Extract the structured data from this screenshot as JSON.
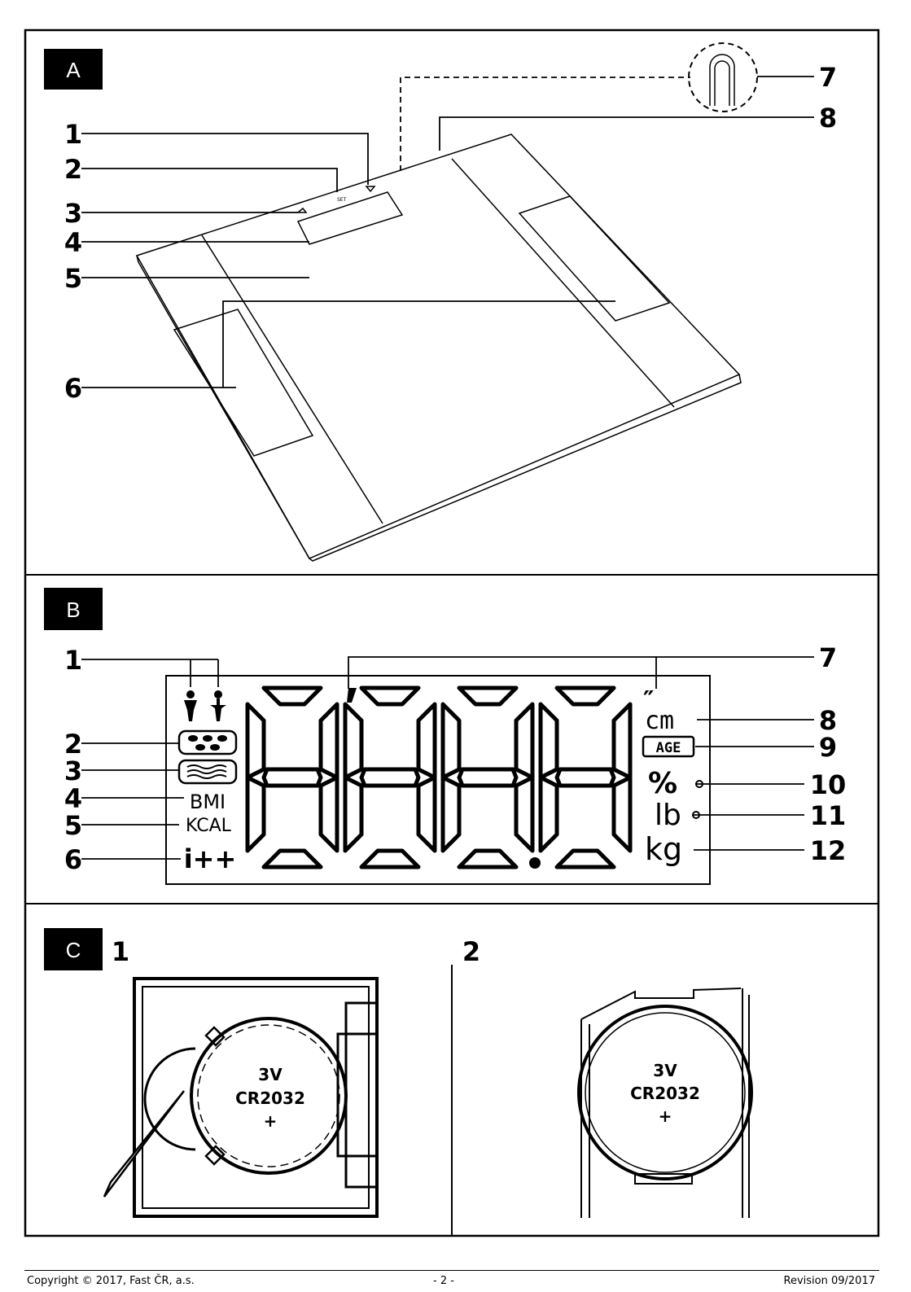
{
  "sections": {
    "a": {
      "tag": "A",
      "callouts": [
        "1",
        "2",
        "3",
        "4",
        "5",
        "6",
        "7",
        "8"
      ],
      "set_label": "SET"
    },
    "b": {
      "tag": "B",
      "callouts_left": [
        "1",
        "2",
        "3",
        "4",
        "5",
        "6"
      ],
      "callouts_right": [
        "7",
        "8",
        "9",
        "10",
        "11",
        "12"
      ],
      "display_digits": "8888",
      "unit_feet_inch": "″",
      "unit_cm": "cm",
      "unit_age": "AGE",
      "unit_percent": "%",
      "unit_lb": "lb",
      "unit_kg": "kg",
      "label_bmi": "BMI",
      "label_kcal": "KCAL",
      "label_plus": "i++"
    },
    "c": {
      "tag": "C",
      "sub1": "1",
      "sub2": "2",
      "battery": {
        "voltage": "3V",
        "model": "CR2032",
        "polarity": "+"
      }
    }
  },
  "footer": {
    "copyright": "Copyright © 2017, Fast ČR, a.s.",
    "page": "- 2 -",
    "revision": "Revision 09/2017"
  }
}
